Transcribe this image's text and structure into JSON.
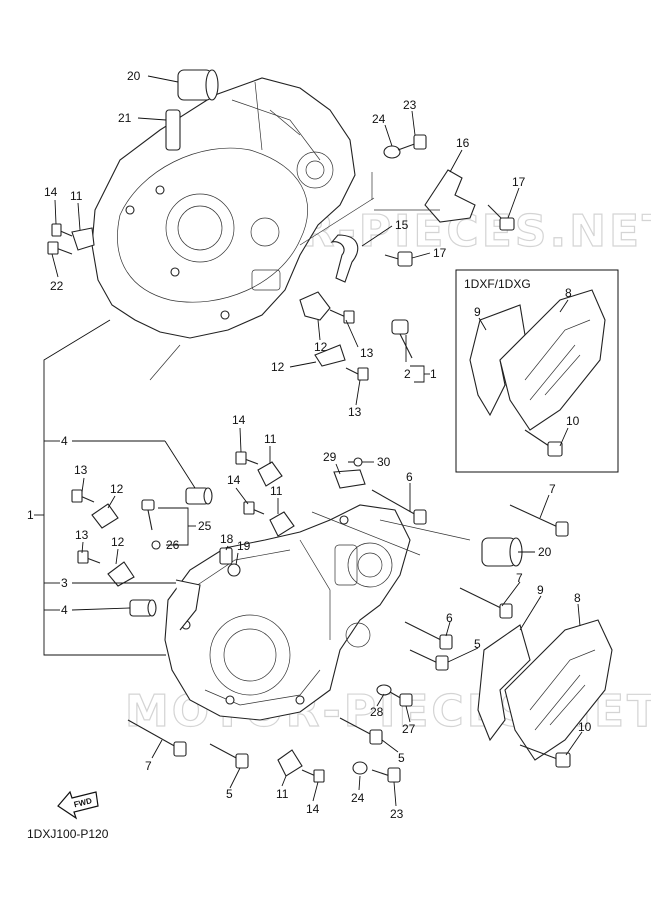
{
  "callouts": {
    "c20a": "20",
    "c21": "21",
    "c24a": "24",
    "c23a": "23",
    "c16": "16",
    "c17a": "17",
    "c14a": "14",
    "c11a": "11",
    "c15": "15",
    "c17b": "17",
    "c22": "22",
    "c12a": "12",
    "c13a": "13",
    "c12b": "12",
    "c13b": "13",
    "c2": "2",
    "c1a": "1",
    "c4a": "4",
    "c14b": "14",
    "c11b": "11",
    "c29": "29",
    "c30": "30",
    "c6a": "6",
    "c7a": "7",
    "c14c": "14",
    "c11c": "11",
    "c13c": "13",
    "c12c": "12",
    "c25": "25",
    "c18": "18",
    "c19": "19",
    "c26": "26",
    "c20b": "20",
    "c13d": "13",
    "c12d": "12",
    "c1b": "1",
    "c3": "3",
    "c7b": "7",
    "c4b": "4",
    "c9b": "9",
    "c8b": "8",
    "c6b": "6",
    "c5a": "5",
    "c28": "28",
    "c27": "27",
    "c5b": "5",
    "c10b": "10",
    "c7c": "7",
    "c5c": "5",
    "c11d": "11",
    "c14d": "14",
    "c24b": "24",
    "c23b": "23",
    "c8a": "8",
    "c9a": "9",
    "c10a": "10"
  },
  "inset": {
    "title": "1DXF/1DXG"
  },
  "fwd_label": "FWD",
  "drawing_code": "1DXJ100-P120",
  "watermark": "MOTOR-PIECES.NET"
}
